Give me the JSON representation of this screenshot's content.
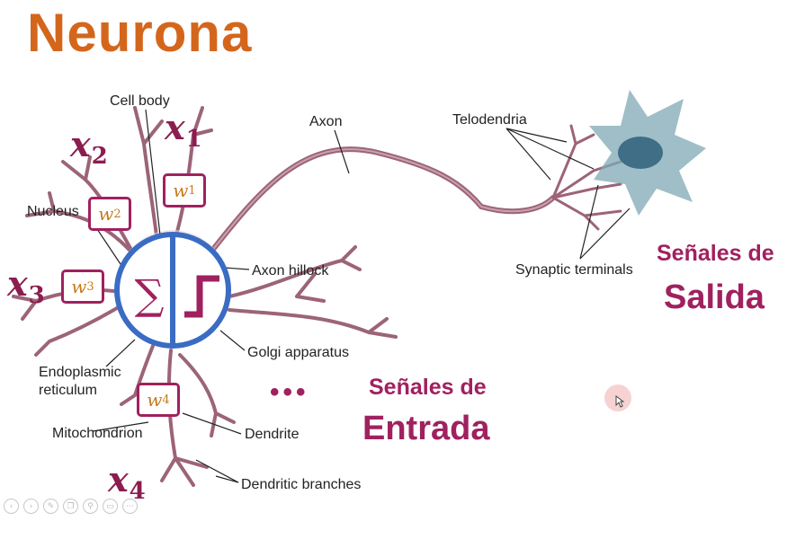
{
  "title": "Neurona",
  "labels": {
    "cell_body": "Cell body",
    "axon": "Axon",
    "telodendria": "Telodendria",
    "nucleus": "Nucleus",
    "axon_hillock": "Axon hillock",
    "synaptic_terminals": "Synaptic terminals",
    "golgi_apparatus": "Golgi apparatus",
    "endoplasmic_reticulum_1": "Endoplasmic",
    "endoplasmic_reticulum_2": "reticulum",
    "mitochondrion": "Mitochondrion",
    "dendrite": "Dendrite",
    "dendritic_branches": "Dendritic branches"
  },
  "inputs": {
    "x1": {
      "var": "x",
      "sub": "1"
    },
    "x2": {
      "var": "x",
      "sub": "2"
    },
    "x3": {
      "var": "x",
      "sub": "3"
    },
    "x4": {
      "var": "x",
      "sub": "4"
    }
  },
  "weights": {
    "w1": {
      "var": "w",
      "sub": "1"
    },
    "w2": {
      "var": "w",
      "sub": "2"
    },
    "w3": {
      "var": "w",
      "sub": "3"
    },
    "w4": {
      "var": "w",
      "sub": "4"
    }
  },
  "sum_symbol": "∑",
  "ellipsis": "•••",
  "salida": {
    "line1": "Señales de",
    "line2": "Salida"
  },
  "entrada": {
    "line1": "Señales de",
    "line2": "Entrada"
  },
  "colors": {
    "title": "#d4661c",
    "accent": "#a0215f",
    "circle": "#3a6cc4",
    "neuron": "#9c6478",
    "weight_text": "#c47a1a"
  },
  "toolbar_icons": [
    "prev-icon",
    "next-icon",
    "pen-icon",
    "copy-icon",
    "zoom-icon",
    "screen-icon",
    "more-icon"
  ]
}
